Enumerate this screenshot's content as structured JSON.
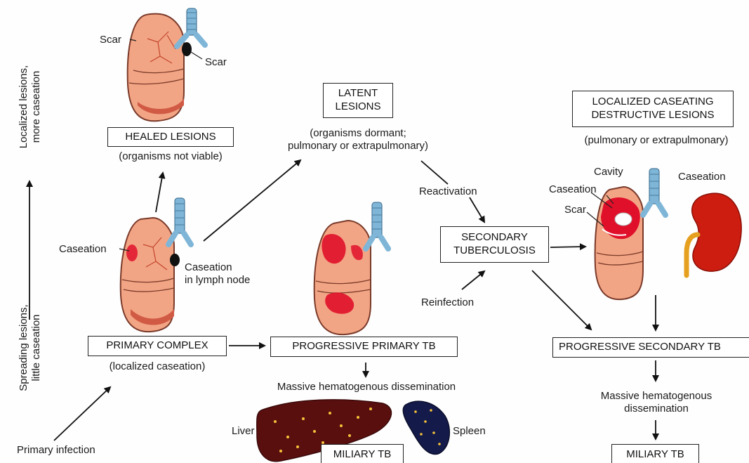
{
  "colors": {
    "lung": "#f2a584",
    "lung_edge": "#7a3a2a",
    "caseation": "#e0102a",
    "trachea": "#7fb6d8",
    "liver": "#5a0f0f",
    "spleen": "#141a4a",
    "kidney": "#cc1d10",
    "ureter": "#e6a020",
    "node": "#111111"
  },
  "axis": {
    "top_label": "Localized lesions,\nmore caseation",
    "bottom_label": "Spreading lesions,\nlittle caseation"
  },
  "healed": {
    "scar_left": "Scar",
    "scar_right": "Scar",
    "box": "HEALED LESIONS",
    "caption": "(organisms not viable)"
  },
  "primary": {
    "caseation": "Caseation",
    "node_label": "Caseation\nin lymph node",
    "box": "PRIMARY COMPLEX",
    "caption": "(localized caseation)",
    "infection": "Primary infection"
  },
  "latent": {
    "box": "LATENT\nLESIONS",
    "caption": "(organisms dormant;\npulmonary or extrapulmonary)"
  },
  "progressive_primary": {
    "box": "PROGRESSIVE PRIMARY TB",
    "dissemination": "Massive hematogenous dissemination",
    "liver": "Liver",
    "spleen": "Spleen",
    "miliary": "MILIARY TB"
  },
  "secondary": {
    "reactivation": "Reactivation",
    "reinfection": "Reinfection",
    "box": "SECONDARY\nTUBERCULOSIS"
  },
  "localized": {
    "box": "LOCALIZED CASEATING\nDESTRUCTIVE LESIONS",
    "caption": "(pulmonary or extrapulmonary)",
    "cavity": "Cavity",
    "caseation": "Caseation",
    "scar": "Scar",
    "kidney_caseation": "Caseation"
  },
  "progressive_secondary": {
    "box": "PROGRESSIVE SECONDARY TB",
    "dissemination": "Massive hematogenous\ndissemination",
    "miliary": "MILIARY TB"
  }
}
